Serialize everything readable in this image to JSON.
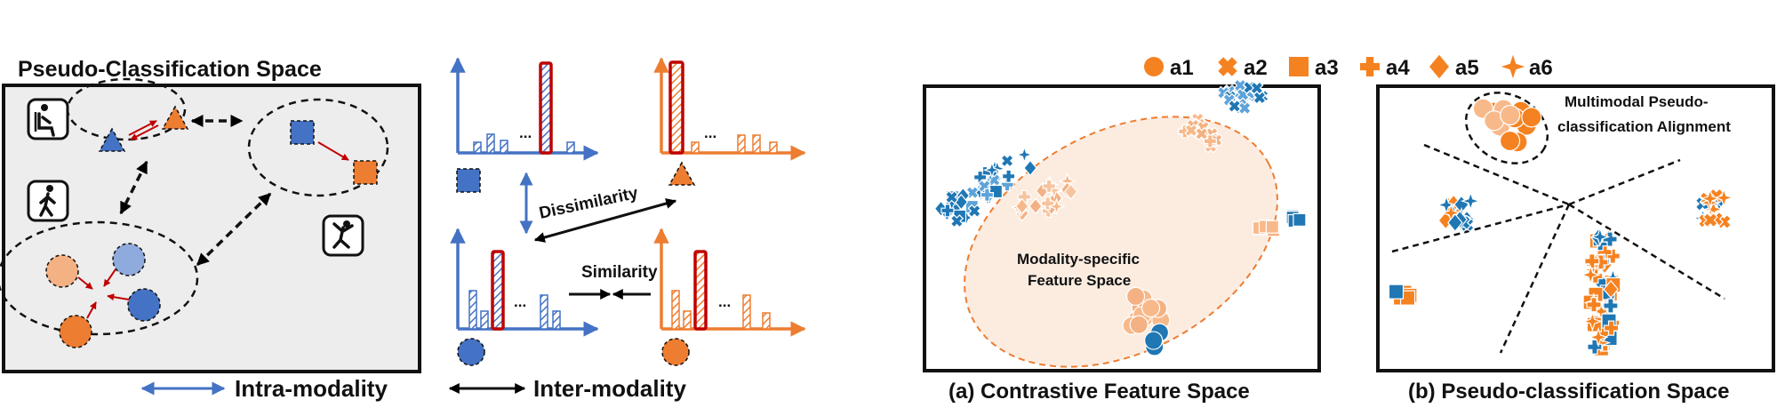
{
  "left": {
    "title": "Pseudo-Classification Space",
    "legend_intra": "Intra-modality",
    "legend_inter": "Inter-modality",
    "dissimilarity": "Dissimilarity",
    "similarity": "Similarity",
    "ellipsis": "..."
  },
  "right": {
    "legend": [
      {
        "marker": "circle",
        "label": "a1"
      },
      {
        "marker": "x",
        "label": "a2"
      },
      {
        "marker": "square",
        "label": "a3"
      },
      {
        "marker": "plus",
        "label": "a4"
      },
      {
        "marker": "diamond",
        "label": "a5"
      },
      {
        "marker": "star",
        "label": "a6"
      }
    ],
    "panel_a": {
      "caption": "(a) Contrastive Feature Space",
      "label_line1": "Modality-specific",
      "label_line2": "Feature Space"
    },
    "panel_b": {
      "caption": "(b) Pseudo-classification Space",
      "label_line1": "Multimodal  Pseudo-",
      "label_line2": "classification Alignment"
    }
  },
  "colors": {
    "blue": "#4472C4",
    "orange": "#ED7D31",
    "scatter_blue": "#1F77B4",
    "scatter_orange": "#F58220",
    "arrow_red": "#C00000",
    "panel_bg": "#EDEDED"
  }
}
